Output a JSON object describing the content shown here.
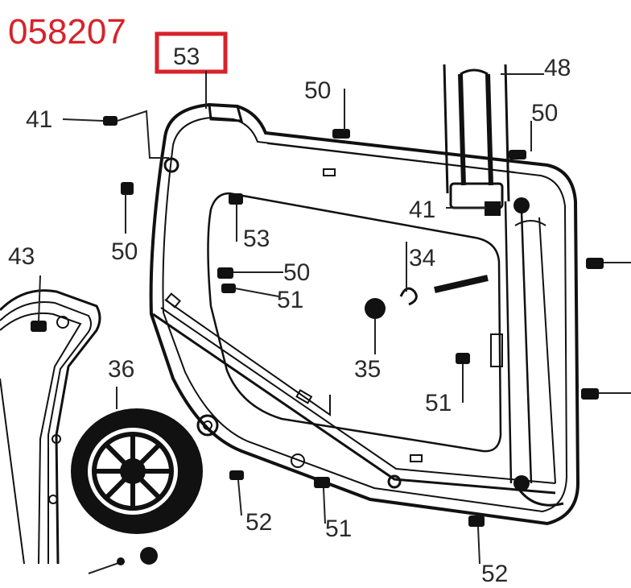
{
  "part_number": "058207",
  "highlight_color": "#d8222a",
  "callouts": {
    "c53_top": "53",
    "c48": "48",
    "c50_top_left": "50",
    "c50_top_right": "50",
    "c41_left": "41",
    "c41_right": "41",
    "c50_left": "50",
    "c53_inner": "53",
    "c43": "43",
    "c34": "34",
    "c50_inner": "50",
    "c51_inner": "51",
    "c36": "36",
    "c35": "35",
    "c51_right": "51",
    "c52_left": "52",
    "c51_bottom": "51",
    "c52_right": "52"
  }
}
